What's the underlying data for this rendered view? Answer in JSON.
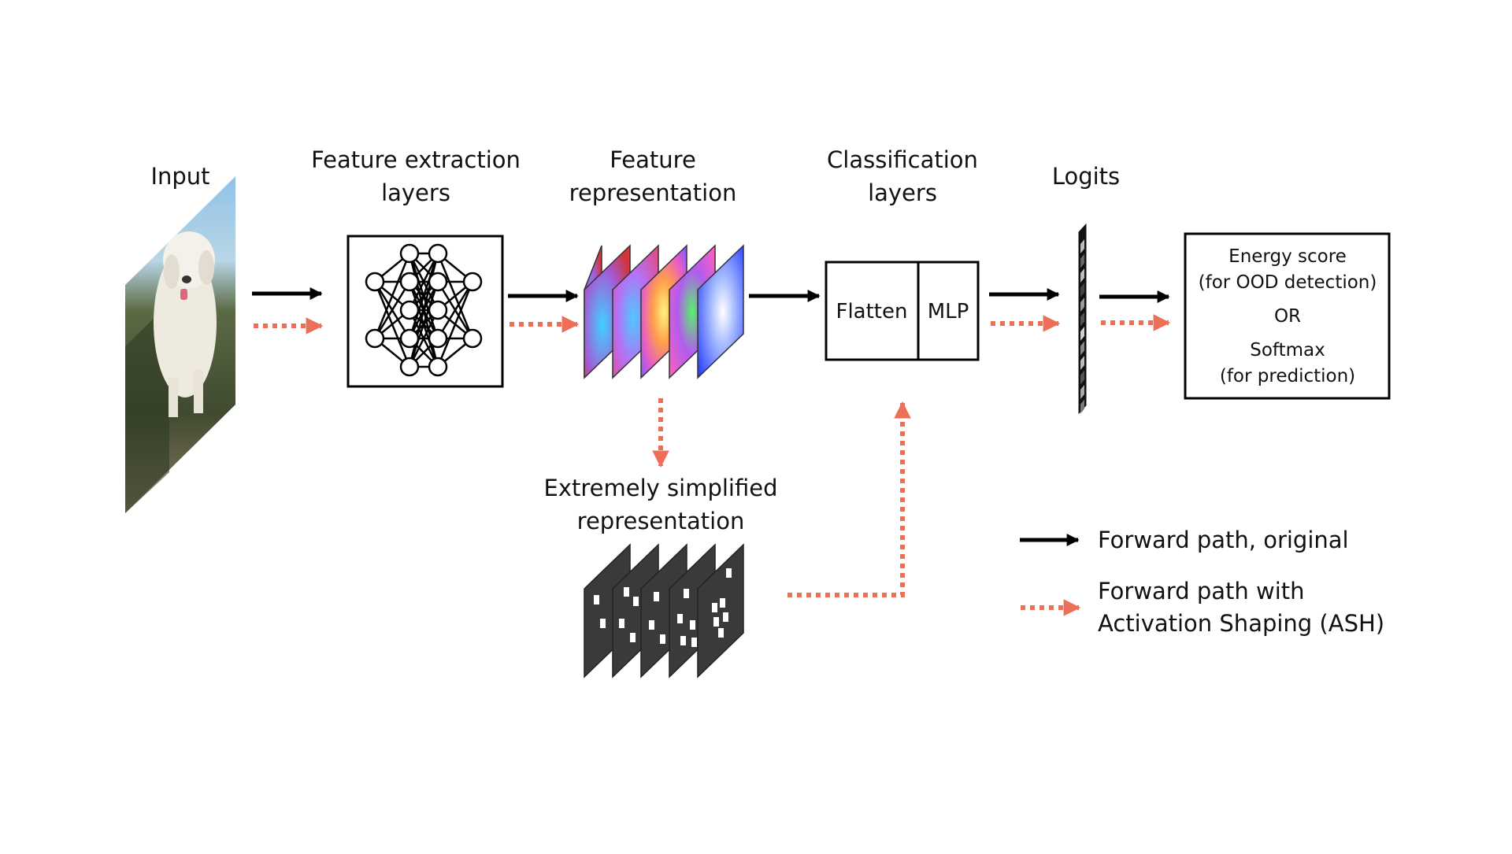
{
  "labels": {
    "input": "Input",
    "feature_extraction": [
      "Feature extraction",
      "layers"
    ],
    "feature_representation": [
      "Feature",
      "representation"
    ],
    "classification": [
      "Classification",
      "layers"
    ],
    "logits": "Logits",
    "simplified": [
      "Extremely simplified",
      "representation"
    ]
  },
  "boxes": {
    "flatten": "Flatten",
    "mlp": "MLP",
    "output": {
      "line1": "Energy score",
      "line2": "(for OOD detection)",
      "or": "OR",
      "line3": "Softmax",
      "line4": "(for prediction)"
    }
  },
  "legend": {
    "original": "Forward path, original",
    "ash_line1": "Forward path with",
    "ash_line2": "Activation Shaping (ASH)"
  },
  "colors": {
    "original_arrow": "#000000",
    "ash_arrow": "#ee6f57",
    "simplified_map": "#3a3a3a"
  }
}
